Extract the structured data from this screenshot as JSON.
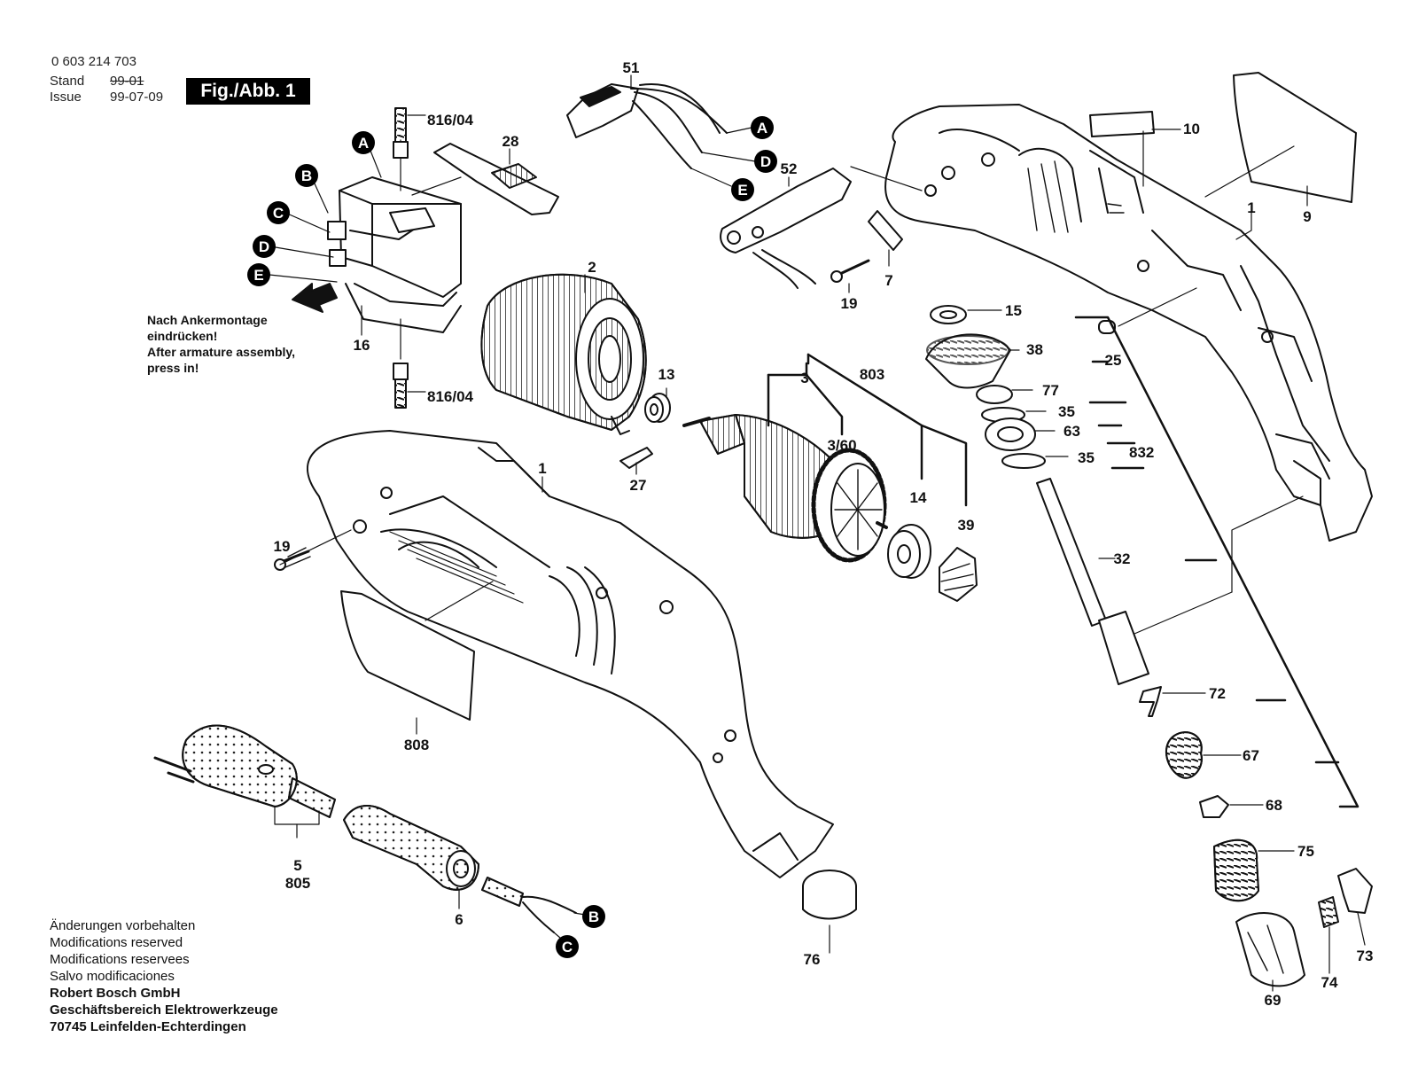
{
  "header": {
    "part_number": "0 603 214 703",
    "stand_label": "Stand",
    "stand_value_struck": "99-01",
    "issue_label": "Issue",
    "issue_value": "99-07-09",
    "figure_tag": "Fig./Abb. 1"
  },
  "assembly_note": [
    "Nach Ankermontage",
    "eindrücken!",
    "After armature assembly,",
    "press in!"
  ],
  "footer": {
    "lines": [
      "Änderungen vorbehalten",
      "Modifications reserved",
      "Modifications reservees",
      "Salvo modificaciones"
    ],
    "company": [
      "Robert Bosch GmbH",
      "Geschäftsbereich Elektrowerkzeuge",
      "70745 Leinfelden-Echterdingen"
    ]
  },
  "callouts": {
    "p1a": "1",
    "p1b": "1",
    "p2": "2",
    "p3": "3",
    "p3_60": "3/60",
    "p5": "5",
    "p6": "6",
    "p7": "7",
    "p9": "9",
    "p10": "10",
    "p13": "13",
    "p14": "14",
    "p15": "15",
    "p16": "16",
    "p19a": "19",
    "p19b": "19",
    "p25": "25",
    "p27": "27",
    "p28": "28",
    "p32": "32",
    "p35a": "35",
    "p35b": "35",
    "p38": "38",
    "p39": "39",
    "p51": "51",
    "p52": "52",
    "p63": "63",
    "p67": "67",
    "p68": "68",
    "p69": "69",
    "p72": "72",
    "p73": "73",
    "p74": "74",
    "p75": "75",
    "p76": "76",
    "p77": "77",
    "p803": "803",
    "p805": "805",
    "p808": "808",
    "p816a": "816/04",
    "p816b": "816/04",
    "p832": "832"
  },
  "connectors": [
    "A",
    "B",
    "C",
    "D",
    "E"
  ]
}
